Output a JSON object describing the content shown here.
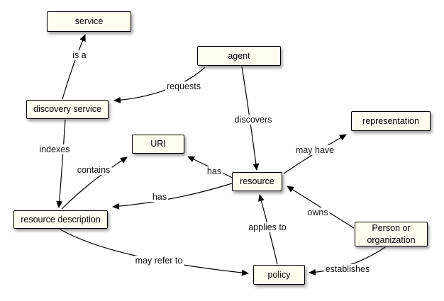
{
  "diagram": {
    "nodes": {
      "service": {
        "label": "service"
      },
      "agent": {
        "label": "agent"
      },
      "discovery_service": {
        "label": "discovery service"
      },
      "representation": {
        "label": "representation"
      },
      "uri": {
        "label": "URI"
      },
      "resource": {
        "label": "resource"
      },
      "resource_description": {
        "label": "resource description"
      },
      "person_or_organization": {
        "label": "Person or organization"
      },
      "policy": {
        "label": "policy"
      }
    },
    "edges": {
      "is_a": {
        "label": "is a",
        "from": "discovery service",
        "to": "service"
      },
      "requests": {
        "label": "requests",
        "from": "agent",
        "to": "discovery service"
      },
      "discovers": {
        "label": "discovers",
        "from": "agent",
        "to": "resource"
      },
      "indexes": {
        "label": "indexes",
        "from": "discovery service",
        "to": "resource description"
      },
      "contains": {
        "label": "contains",
        "from": "resource description",
        "to": "URI"
      },
      "has_uri": {
        "label": "has",
        "from": "resource",
        "to": "URI"
      },
      "has_description": {
        "label": "has",
        "from": "resource",
        "to": "resource description"
      },
      "may_have": {
        "label": "may have",
        "from": "resource",
        "to": "representation"
      },
      "owns": {
        "label": "owns",
        "from": "Person or organization",
        "to": "resource"
      },
      "applies_to": {
        "label": "applies to",
        "from": "policy",
        "to": "resource"
      },
      "may_refer_to": {
        "label": "may refer to",
        "from": "resource description",
        "to": "policy"
      },
      "establishes": {
        "label": "establishes",
        "from": "Person or organization",
        "to": "policy"
      }
    },
    "colors": {
      "background": "#ffffff",
      "node_fill": "#fffdf0",
      "node_border": "#000000",
      "edge": "#000000"
    }
  }
}
